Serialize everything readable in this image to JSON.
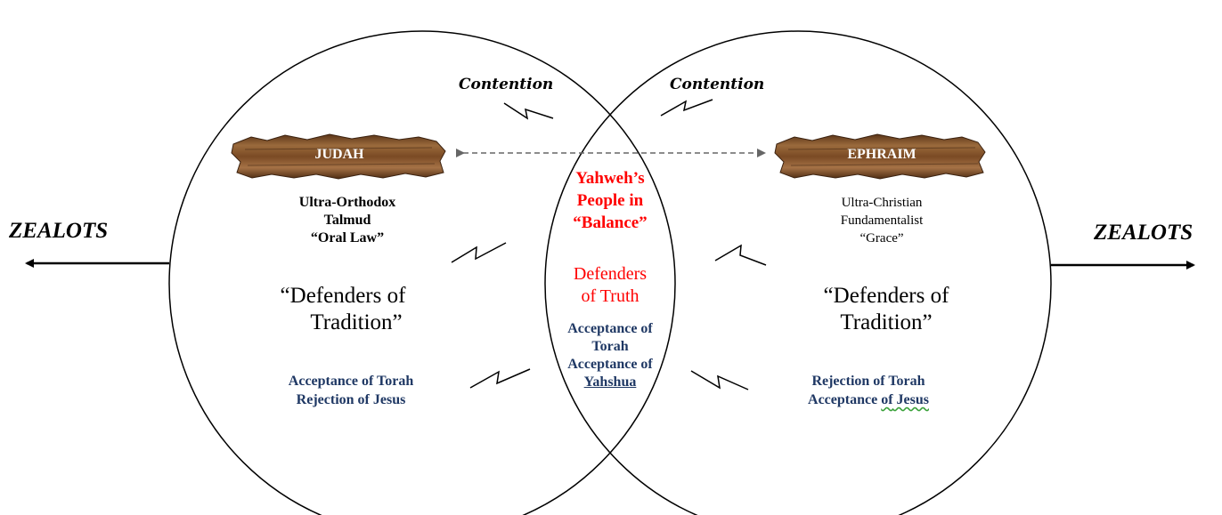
{
  "left_zealots": "ZEALOTS",
  "right_zealots": "ZEALOTS",
  "contention_left": "Contention",
  "contention_right": "Contention",
  "judah": {
    "label": "JUDAH",
    "lines": [
      "Ultra-Orthodox",
      "Talmud",
      "“Oral Law”"
    ],
    "defenders": [
      "“Defenders of",
      "Tradition”"
    ],
    "acceptance": [
      "Acceptance of Torah",
      "Rejection of Jesus"
    ]
  },
  "ephraim": {
    "label": "EPHRAIM",
    "lines": [
      "Ultra-Christian",
      "Fundamentalist",
      "“Grace”"
    ],
    "defenders": [
      "“Defenders of",
      "Tradition”"
    ],
    "acceptance_line1": "Rejection of Torah",
    "acceptance_line2_a": "Acceptance ",
    "acceptance_line2_b": "of",
    "acceptance_line2_c": " Jesus"
  },
  "center": {
    "title": [
      "Yahweh’s",
      "People in",
      "“Balance”"
    ],
    "defenders": [
      "Defenders",
      "of Truth"
    ],
    "acceptance": [
      "Acceptance of",
      "Torah",
      "Acceptance of"
    ],
    "name": "Yahshua"
  },
  "colors": {
    "navy": "#1f3864",
    "red": "#ff0000",
    "plank": "#8b5a2b"
  }
}
